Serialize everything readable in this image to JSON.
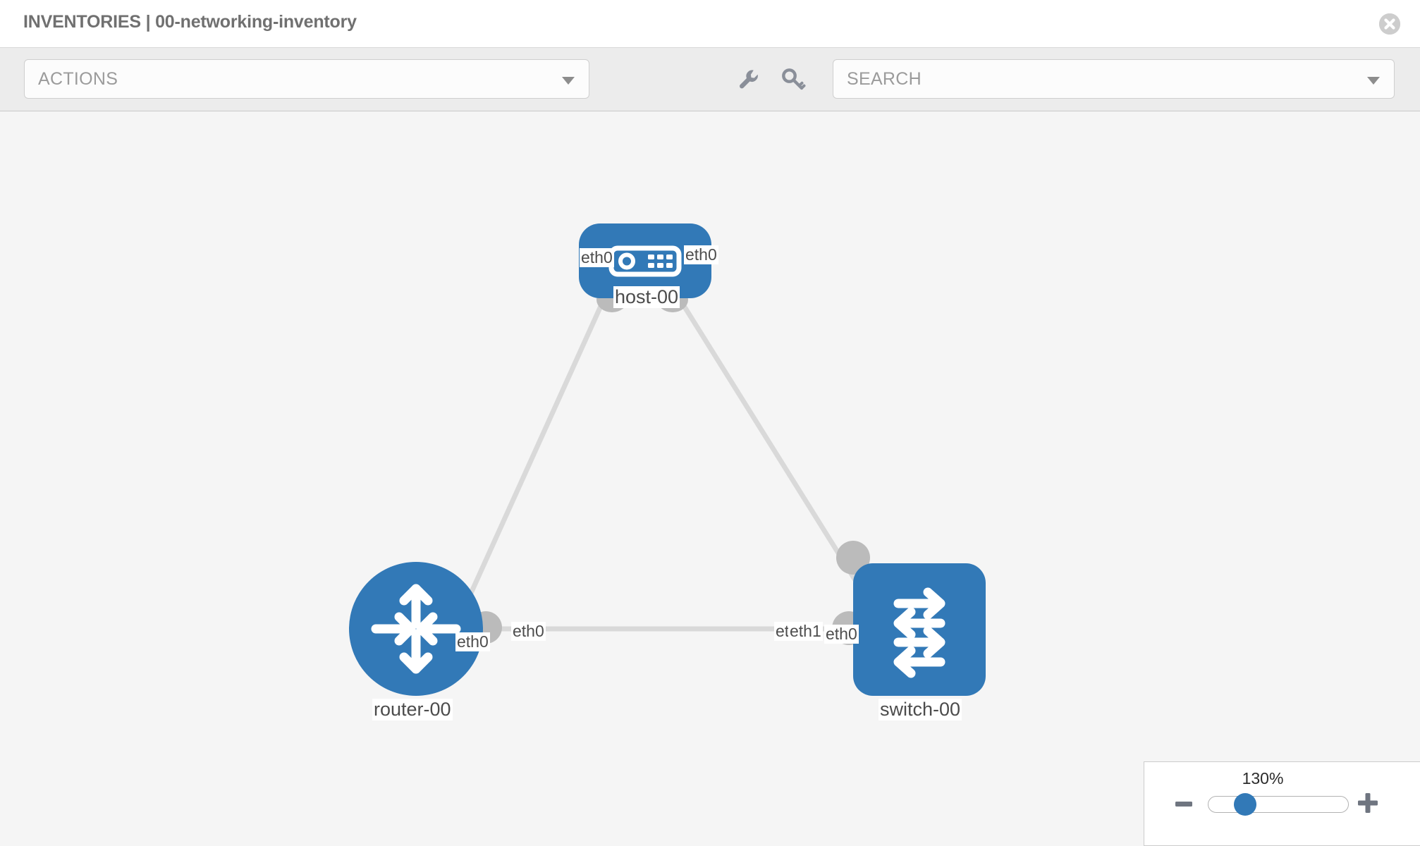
{
  "header": {
    "title": "INVENTORIES | 00-networking-inventory",
    "close_label": "",
    "close_icon": "close-icon"
  },
  "toolbar": {
    "actions": {
      "label": "ACTIONS",
      "caret_icon": "chevron-down-icon"
    },
    "icons": [
      {
        "name": "wrench-icon",
        "label": ""
      },
      {
        "name": "key-icon",
        "label": ""
      }
    ],
    "search": {
      "placeholder": "SEARCH",
      "value": "SEARCH",
      "caret_icon": "chevron-down-icon"
    }
  },
  "topology": {
    "nodes": [
      {
        "id": "host-00",
        "label": "host-00",
        "type": "host",
        "icon": "server-icon"
      },
      {
        "id": "router-00",
        "label": "router-00",
        "type": "router",
        "icon": "router-arrows-icon"
      },
      {
        "id": "switch-00",
        "label": "switch-00",
        "type": "switch",
        "icon": "switch-arrows-icon"
      }
    ],
    "edges": [
      {
        "from": "host-00",
        "to": "router-00",
        "from_label": "eth0",
        "to_label": "eth0"
      },
      {
        "from": "host-00",
        "to": "switch-00",
        "from_label": "eth0",
        "to_label": "eth0"
      },
      {
        "from": "router-00",
        "to": "switch-00",
        "from_label": "eth0",
        "to_label": "eth1",
        "to_label_overlap": "eth"
      }
    ],
    "edge_labels": {
      "host_left": "eth0",
      "host_right": "eth0",
      "router_up": "eth0",
      "switch_up": "eth0",
      "router_right": "eth0",
      "switch_left_overlap": "eth",
      "switch_left": "eth1"
    }
  },
  "zoom_control": {
    "level": "130%",
    "minus_label": "",
    "plus_label": "",
    "minus_icon": "minus-icon",
    "plus_icon": "plus-icon"
  },
  "colors": {
    "node_blue": "#3279b7",
    "port_gray": "#bbbbbb",
    "edge_gray": "#d9d9d9",
    "canvas_bg": "#f5f5f5",
    "toolbar_bg": "#ececec"
  }
}
